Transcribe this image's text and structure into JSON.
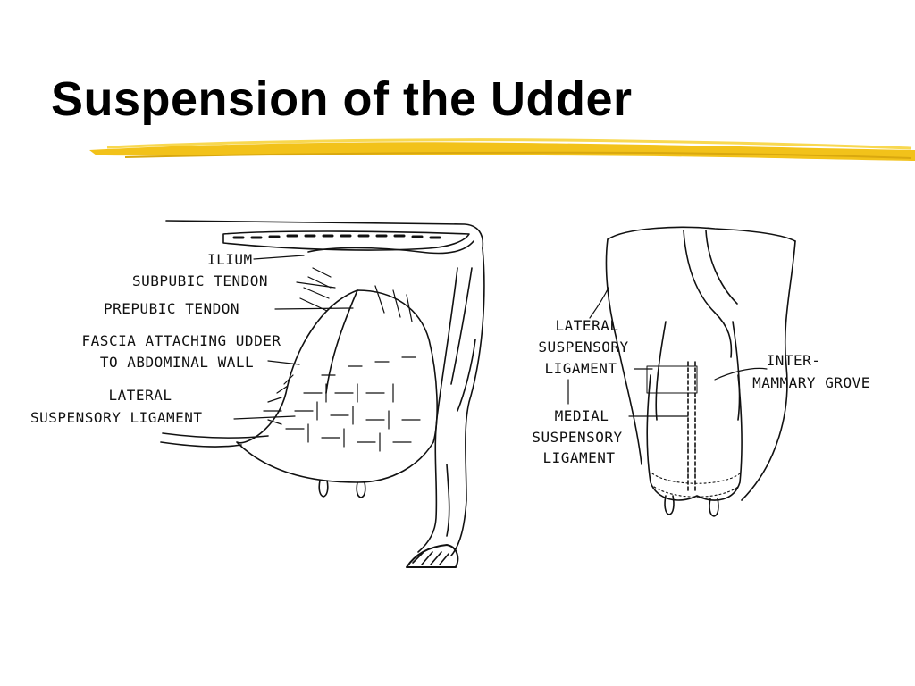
{
  "slide": {
    "title": "Suspension of the Udder",
    "accent_color": "#F2C21A"
  },
  "side_view": {
    "labels": {
      "ilium": "ILIUM",
      "subpubic_tendon": "SUBPUBIC TENDON",
      "prepubic_tendon": "PREPUBIC TENDON",
      "fascia_line1": "FASCIA ATTACHING UDDER",
      "fascia_line2": "TO ABDOMINAL WALL",
      "lateral_line1": "LATERAL",
      "lateral_line2": "SUSPENSORY LIGAMENT"
    }
  },
  "rear_view": {
    "labels": {
      "lateral_line1": "LATERAL",
      "lateral_line2": "SUSPENSORY",
      "lateral_line3": "LIGAMENT",
      "medial_line1": "MEDIAL",
      "medial_line2": "SUSPENSORY",
      "medial_line3": "LIGAMENT",
      "intermammary_line1": "INTER-",
      "intermammary_line2": "MAMMARY GROVE"
    }
  }
}
